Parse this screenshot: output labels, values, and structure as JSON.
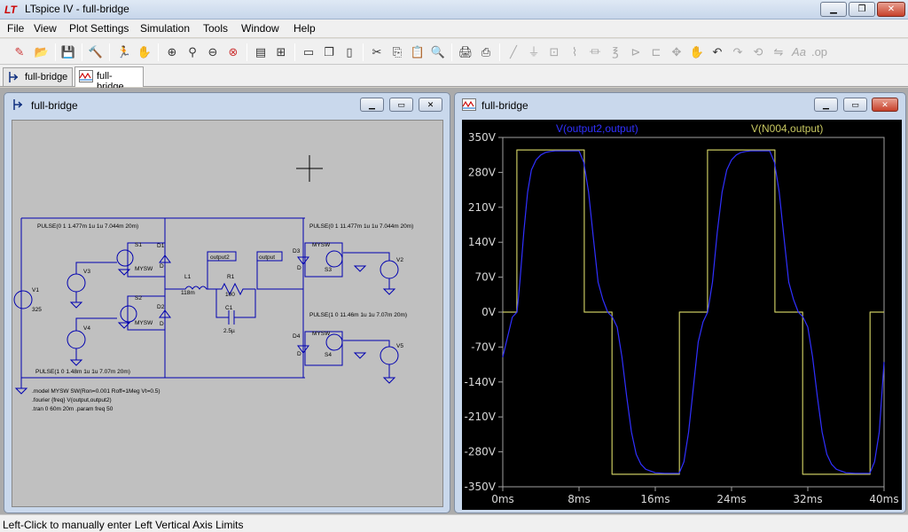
{
  "window": {
    "title": "LTspice IV - full-bridge",
    "app_icon": "LT"
  },
  "menu": [
    "File",
    "View",
    "Plot Settings",
    "Simulation",
    "Tools",
    "Window",
    "Help"
  ],
  "tabs": [
    {
      "label": "full-bridge",
      "icon": "schematic-icon"
    },
    {
      "label": "full-bridge",
      "icon": "waveform-icon",
      "active": true
    }
  ],
  "schematic_window": {
    "title": "full-bridge",
    "labels": {
      "pulse_s1": "PULSE(0 1 1.477m 1u 1u 7.044m 20m)",
      "pulse_s3": "PULSE(0 1 11.477m 1u 1u 7.044m 20m)",
      "pulse_s4": "PULSE(1 0 11.46m 1u 1u 7.07m 20m)",
      "pulse_s2": "PULSE(1 0 1.48m 1u 1u 7.07m 20m)",
      "S1": "S1",
      "S2": "S2",
      "S3": "S3",
      "S4": "S4",
      "myswitch": "MYSW",
      "D1": "D1",
      "D2": "D2",
      "D3": "D3",
      "D4": "D4",
      "D": "D",
      "V1": "V1",
      "V1_val": "325",
      "V2": "V2",
      "V3": "V3",
      "V4": "V4",
      "V5": "V5",
      "L1": "L1",
      "L1_val": "118m",
      "R1": "R1",
      "R1_val": "100",
      "C1": "C1",
      "C1_val": "2.5µ",
      "net_output2": "output2",
      "net_output": "output",
      "directive_model": ".model MYSW SW(Ron=0.001 Roff=1Meg Vt=0.5)",
      "directive_fourier": ".fourier {freq} V(output,output2)",
      "directive_tran": ".tran 0 60m 20m .param freq 50"
    }
  },
  "plot_window": {
    "title": "full-bridge",
    "legend": [
      {
        "label": "V(output2,output)",
        "color": "#3030ff"
      },
      {
        "label": "V(N004,output)",
        "color": "#c8c860"
      }
    ]
  },
  "chart_data": {
    "type": "line",
    "xlabel": "",
    "ylabel": "",
    "xlim": [
      0,
      40
    ],
    "ylim": [
      -350,
      350
    ],
    "x_ticks": [
      "0ms",
      "8ms",
      "16ms",
      "24ms",
      "32ms",
      "40ms"
    ],
    "y_ticks": [
      "350V",
      "280V",
      "210V",
      "140V",
      "70V",
      "0V",
      "-70V",
      "-140V",
      "-210V",
      "-280V",
      "-350V"
    ],
    "grid": false,
    "legend_position": "top",
    "series": [
      {
        "name": "V(output2,output)",
        "color": "#3030ff",
        "x_ms": [
          0,
          0.5,
          1,
          1.5,
          1.8,
          2.2,
          2.6,
          3.0,
          3.5,
          4,
          4.5,
          5,
          5.5,
          6,
          7,
          8,
          8.5,
          9,
          9.5,
          10,
          10.5,
          11,
          11.5,
          12,
          12.5,
          13,
          13.5,
          14,
          14.5,
          15,
          16,
          17,
          18,
          18.5,
          19,
          19.5,
          20,
          20.5,
          21,
          21.5,
          22,
          22.5,
          23,
          23.5,
          24,
          24.5,
          25,
          25.5,
          26,
          27,
          28,
          28.5,
          29,
          29.5,
          30,
          30.5,
          31,
          31.5,
          32,
          32.5,
          33,
          33.5,
          34,
          34.5,
          35,
          36,
          37,
          38,
          38.5,
          39,
          39.5,
          40
        ],
        "y_V": [
          -90,
          -50,
          -10,
          0,
          60,
          160,
          240,
          285,
          305,
          315,
          320,
          322,
          323,
          323,
          323,
          323,
          300,
          240,
          150,
          60,
          25,
          0,
          -10,
          -30,
          -90,
          -170,
          -240,
          -285,
          -305,
          -315,
          -322,
          -323,
          -323,
          -323,
          -300,
          -240,
          -150,
          -60,
          -20,
          0,
          60,
          160,
          240,
          285,
          305,
          315,
          320,
          322,
          323,
          323,
          323,
          300,
          240,
          150,
          60,
          25,
          0,
          -10,
          -30,
          -90,
          -170,
          -240,
          -285,
          -305,
          -315,
          -322,
          -323,
          -323,
          -323,
          -300,
          -240,
          -100
        ]
      },
      {
        "name": "V(N004,output)",
        "color": "#c8c860",
        "x_ms": [
          0,
          1.48,
          1.48,
          8.55,
          8.55,
          11.46,
          11.46,
          18.53,
          18.53,
          21.48,
          21.48,
          28.55,
          28.55,
          31.46,
          31.46,
          38.53,
          38.53,
          40
        ],
        "y_V": [
          0,
          0,
          325,
          325,
          0,
          0,
          -325,
          -325,
          0,
          0,
          325,
          325,
          0,
          0,
          -325,
          -325,
          0,
          0
        ]
      }
    ]
  },
  "statusbar": {
    "text": "Left-Click to manually enter Left Vertical Axis Limits"
  }
}
